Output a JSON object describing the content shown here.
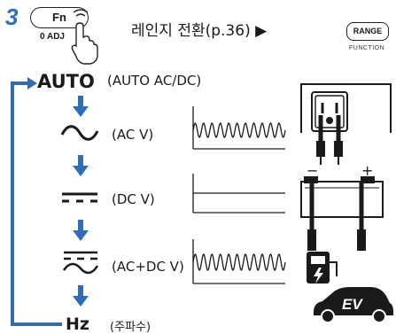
{
  "step": {
    "number": "3",
    "key_label": "Fn",
    "key_sublabel": "0 ADJ",
    "instruction": "레인지 전환(p.36) ▶",
    "range_key_label": "RANGE",
    "range_key_sublabel": "FUNCTION"
  },
  "modes": [
    {
      "title": "AUTO",
      "desc": "(AUTO AC/DC)",
      "icon": "auto-mode"
    },
    {
      "desc": "(AC V)",
      "icon": "ac-sine-icon",
      "waveform": "sine"
    },
    {
      "desc": "(DC V)",
      "icon": "dc-line-icon",
      "waveform": "flat"
    },
    {
      "desc": "(AC+DC V)",
      "icon": "ac-dc-icon",
      "waveform": "sine-offset"
    },
    {
      "title": "Hz",
      "desc": "(주파수)",
      "icon": "frequency-mode"
    }
  ],
  "illustrations": {
    "outlet": "wall-outlet-probes-icon",
    "battery": "car-battery-icon",
    "battery_minus": "−",
    "battery_plus": "+",
    "charger": "ev-charger-icon",
    "ev_car": "EV",
    "ev_car_icon": "ev-car-icon"
  },
  "colors": {
    "accent_blue": "#2f6eb6",
    "text": "#1a1a1a",
    "line": "#222222"
  }
}
